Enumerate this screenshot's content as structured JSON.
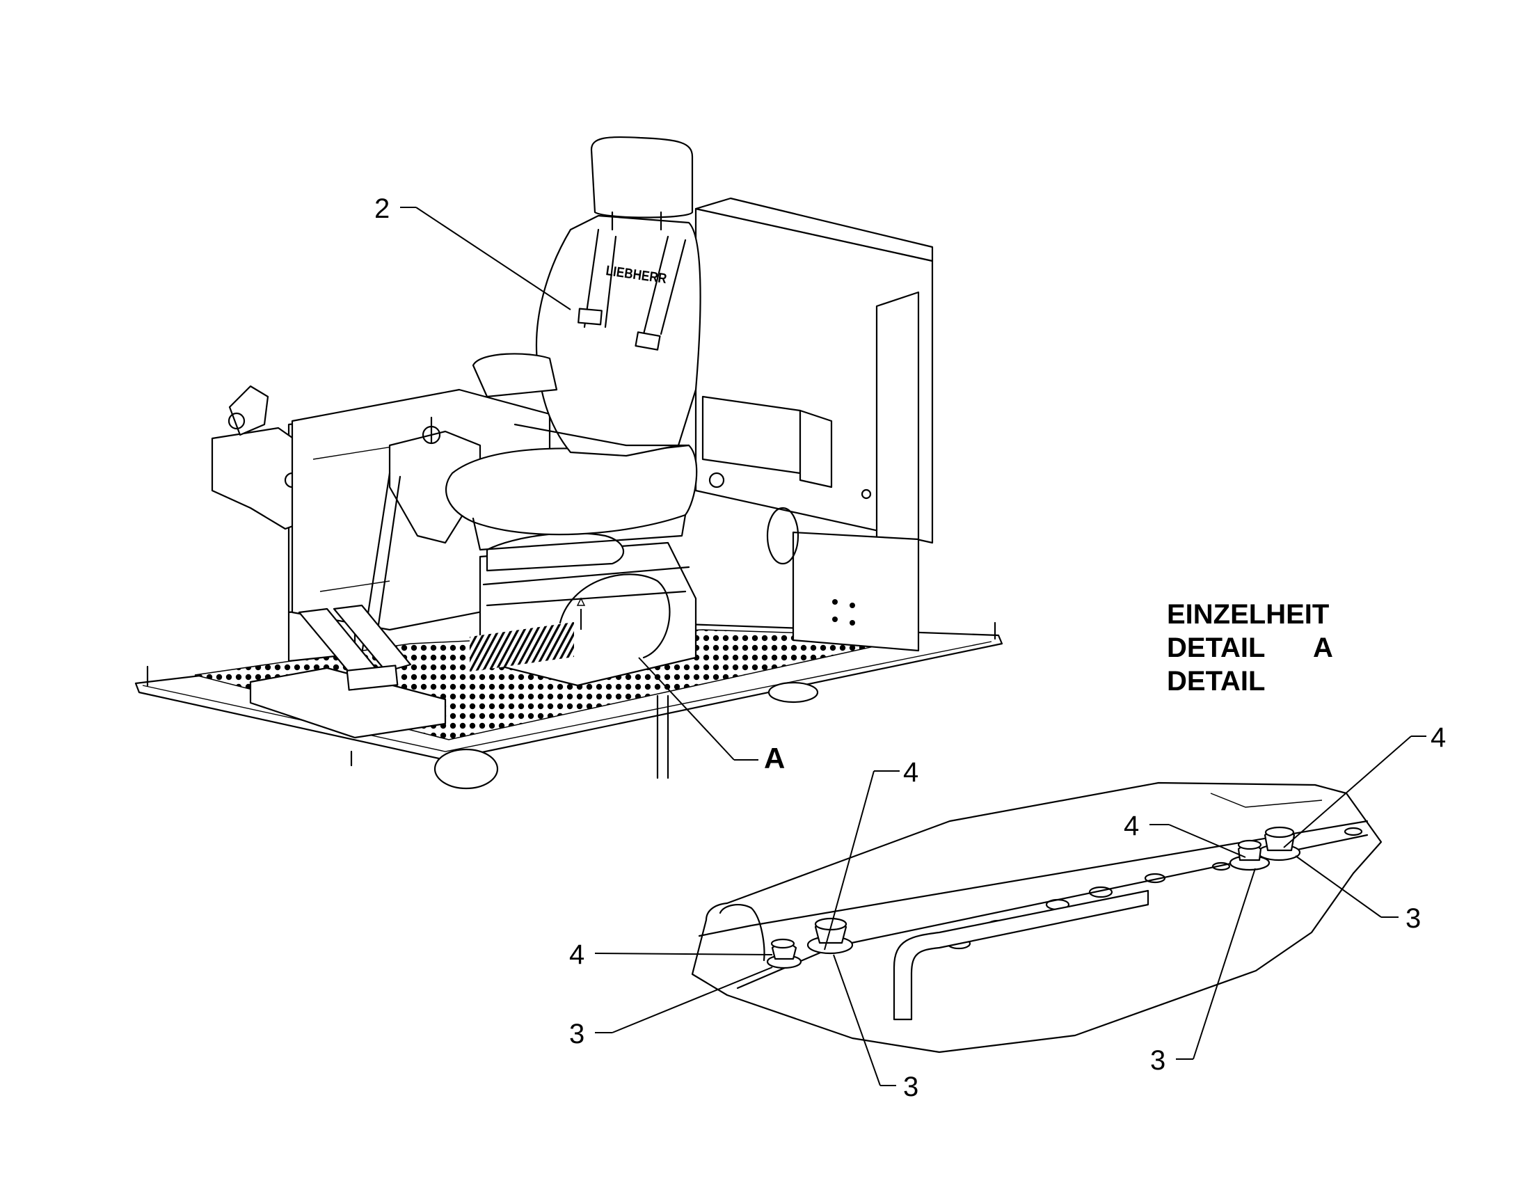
{
  "callouts": {
    "seat": "2",
    "detail_ref": "A",
    "bolt": "3",
    "washer": "4"
  },
  "detail_heading": {
    "line1": "EINZELHEIT",
    "line2_word": "DETAIL",
    "line2_letter": "A",
    "line3": "DETAIL"
  },
  "seat_brand": "LIEBHERR"
}
